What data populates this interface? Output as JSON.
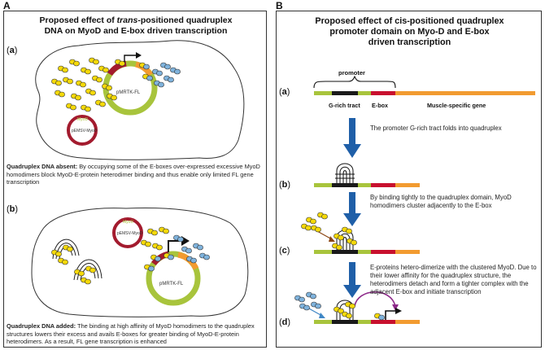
{
  "panel_a": {
    "letter": "A",
    "title_line1_pre": "Proposed effect of ",
    "title_line1_em": "trans",
    "title_line1_post": "-positioned quadruplex",
    "title_line2": "DNA on MyoD and E-box driven transcription",
    "sub_a": "a",
    "sub_b": "b",
    "plasmid_fl": "pMRTK-FL",
    "plasmid_myod": "pEMSV-MyoD",
    "plasmid_myod_top": "MyoD",
    "para1_bold": "Quadruplex DNA absent:",
    "para1_text": " By occupying some of the E-boxes over-expressed excessive MyoD homodimers  block MyoD-E-protein heterodimer binding and thus enable only limited FL gene transcription",
    "para2_bold": "Quadruplex DNA added:",
    "para2_text": " The binding at high affinity of MyoD homodimers to the quadruplex structures lowers their excess and avails E-boxes for greater binding of MyoD-E-protein heterodimers. As a result, FL gene transcription is enhanced"
  },
  "panel_b": {
    "letter": "B",
    "title_line1": "Proposed effect of cis-positioned quadruplex",
    "title_line2": "promoter domain on Myo-D and E-box",
    "title_line3": "driven transcription",
    "promoter_label": "promoter",
    "g_rich_label": "G-rich tract",
    "ebox_label": "E-box",
    "gene_label": "Muscle-specific gene",
    "steps": [
      "a",
      "b",
      "c",
      "d"
    ],
    "step1_text": "The promoter G-rich tract folds into quadruplex",
    "step2_text": "By binding tightly to the quadruplex domain, MyoD homodimers cluster adjacently to the E-box",
    "step3_text": "E-proteins hetero-dimerize with the clustered MyoD. Due to their lower affinity for the quadruplex structure, the heterodimers detach and form a tighter complex with the adjacent E-box and initiate transcription"
  },
  "colors": {
    "myod_yellow": "#f5d90a",
    "eprotein_blue": "#7fb3dd",
    "dna_green": "#a8c43c",
    "g_tract_black": "#1a1a1a",
    "ebox_red": "#c8102e",
    "gene_orange": "#f29b30",
    "arrow_blue": "#1f5fa8",
    "plasmid_red": "#a31b2e"
  }
}
